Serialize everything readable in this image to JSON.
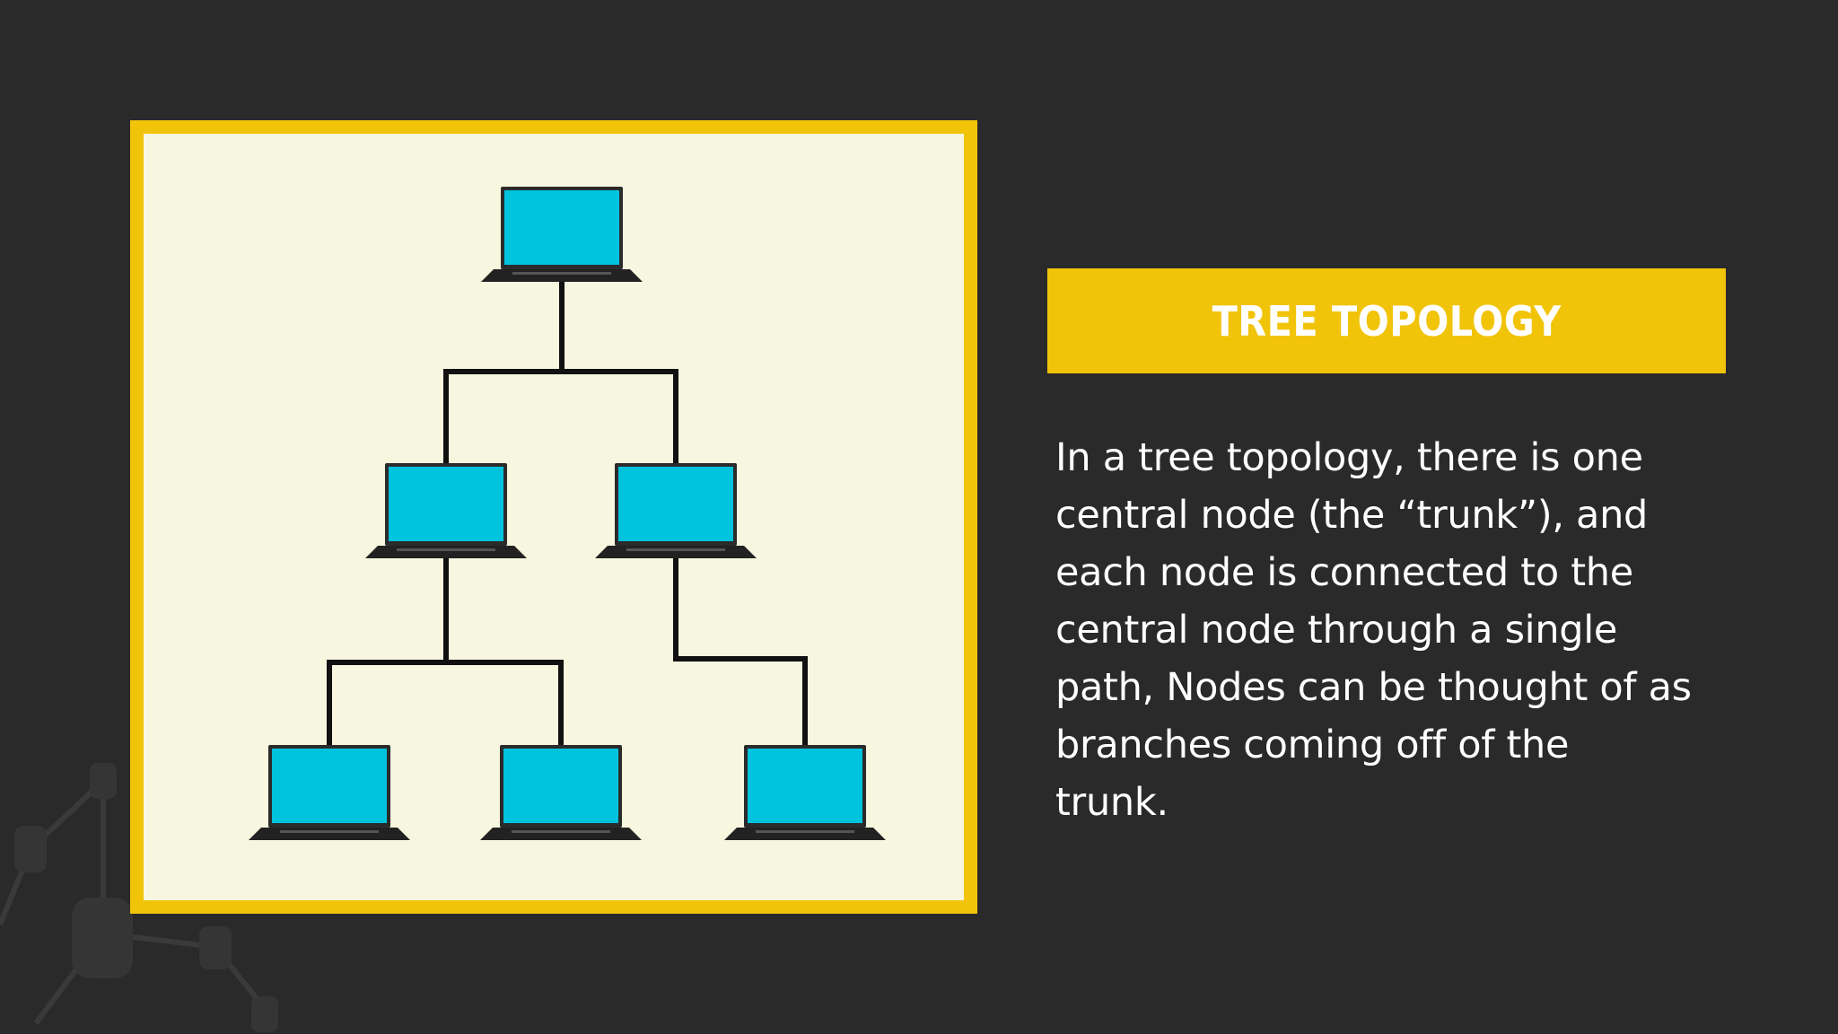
{
  "slide": {
    "title": "TREE TOPOLOGY",
    "description": "In a tree topology, there is one\ncentral node (the “trunk”), and\neach node is connected to the\ncentral node through a single\npath, Nodes can be thought of as\nbranches coming off of the\ntrunk."
  },
  "colors": {
    "background": "#2a2a2b",
    "accent": "#f1c40a",
    "panel": "#f7f6de",
    "screen": "#00c3dd",
    "line": "#111111"
  },
  "diagram": {
    "nodes": [
      {
        "id": "root",
        "level": 0,
        "parent": null,
        "icon": "laptop-icon"
      },
      {
        "id": "mid-left",
        "level": 1,
        "parent": "root",
        "icon": "laptop-icon"
      },
      {
        "id": "mid-right",
        "level": 1,
        "parent": "root",
        "icon": "laptop-icon"
      },
      {
        "id": "leaf-1",
        "level": 2,
        "parent": "mid-left",
        "icon": "laptop-icon"
      },
      {
        "id": "leaf-2",
        "level": 2,
        "parent": "mid-left",
        "icon": "laptop-icon"
      },
      {
        "id": "leaf-3",
        "level": 2,
        "parent": "mid-right",
        "icon": "laptop-icon"
      }
    ]
  },
  "decoration": {
    "icon": "network-nodes-icon"
  }
}
